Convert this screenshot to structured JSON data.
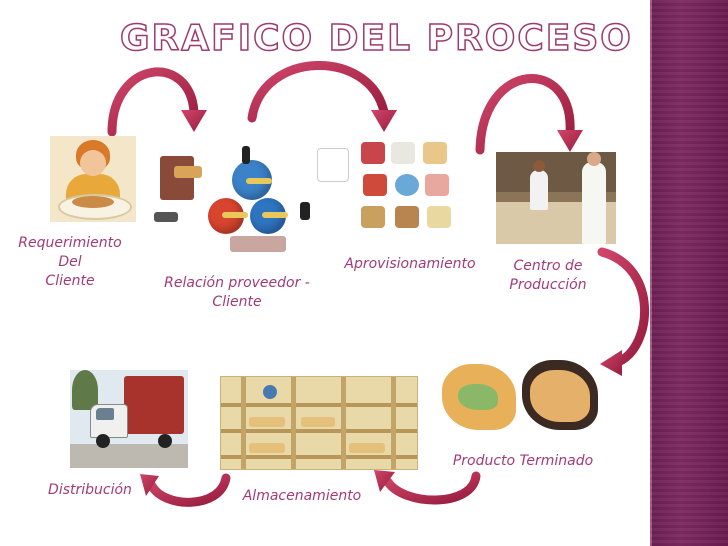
{
  "title": "GRAFICO DEL PROCESO",
  "colors": {
    "accent": "#a23a7a",
    "arrow": "#b02450",
    "side_band": "#6b1f52"
  },
  "steps": [
    {
      "id": "requerimiento",
      "label": "Requerimiento\nDel\nCliente",
      "icon": "customer-eating-picture"
    },
    {
      "id": "relacion",
      "label": "Relación proveedor -\nCliente",
      "icon": "supplier-network-picture"
    },
    {
      "id": "aprovisionamiento",
      "label": "Aprovisionamiento",
      "icon": "food-supplies-picture"
    },
    {
      "id": "produccion",
      "label": "Centro de\nProducción",
      "icon": "bakery-production-picture"
    },
    {
      "id": "producto",
      "label": "Producto Terminado",
      "icon": "finished-pastries-picture"
    },
    {
      "id": "almacenamiento",
      "label": "Almacenamiento",
      "icon": "warehouse-shelves-picture"
    },
    {
      "id": "distribucion",
      "label": "Distribución",
      "icon": "delivery-truck-picture"
    }
  ]
}
